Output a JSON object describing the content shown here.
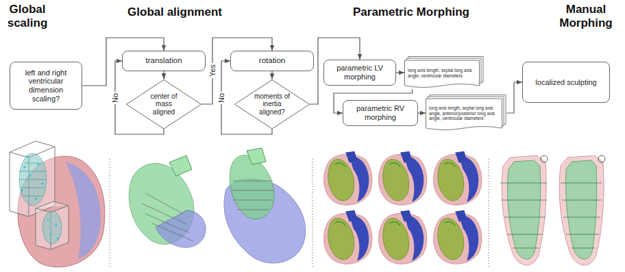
{
  "diagram": {
    "nodes": [
      {
        "text": [
          "left and right ventricular dimension scaling?"
        ]
      },
      {
        "text": [
          "translation"
        ]
      },
      {
        "text": [
          "center of mass aligned"
        ]
      },
      {
        "text": [
          "rotation"
        ]
      },
      {
        "text": [
          "moments of inertia aligned?"
        ]
      },
      {
        "text": [
          "parametric LV morphing"
        ]
      },
      {
        "text": [
          "long axis length, septal long axis angle, ventricular diameters"
        ]
      },
      {
        "text": [
          "parametric RV morphing"
        ]
      },
      {
        "text": [
          "long axis length, septal long axis angle, anterior/posterior long axis angle, ventricular diameters"
        ]
      },
      {
        "text": [
          "localized sculpting"
        ]
      }
    ],
    "edges": [
      {
        "from": 0,
        "to": 1,
        "arrow": "to"
      },
      {
        "from": 1,
        "to": 2,
        "arrow": "to"
      },
      {
        "from": 2,
        "to": 1,
        "label": "No",
        "arrow": "to"
      },
      {
        "from": 2,
        "to": 3,
        "label": "Yes",
        "arrow": "to"
      },
      {
        "from": 3,
        "to": 4,
        "arrow": "to"
      },
      {
        "from": 4,
        "to": 3,
        "label": "No",
        "arrow": "to"
      },
      {
        "from": 4,
        "to": 5,
        "arrow": "to"
      },
      {
        "from": 5,
        "to": 6,
        "arrow": "to"
      },
      {
        "from": 6,
        "to": 7,
        "arrow": "to"
      },
      {
        "from": 7,
        "to": 8,
        "arrow": "to"
      },
      {
        "from": 8,
        "to": 9,
        "arrow": "to"
      }
    ],
    "labels": [
      "Global scaling",
      "Global alignment",
      "Parametric Morphing",
      "Manual Morphing"
    ]
  }
}
